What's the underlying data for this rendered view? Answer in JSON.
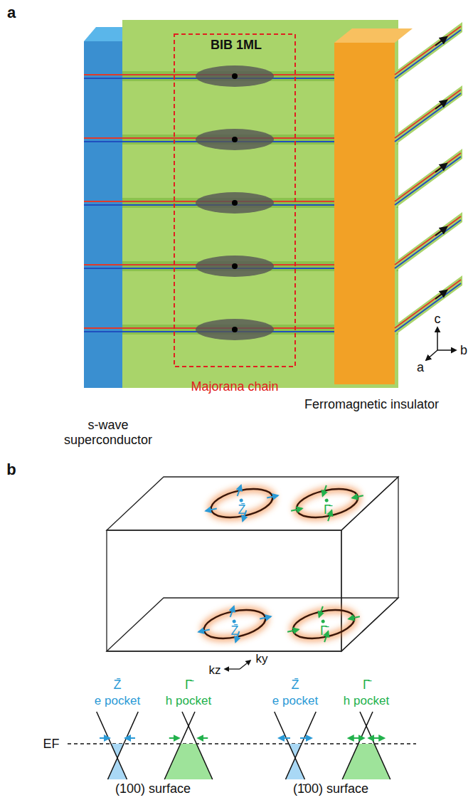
{
  "diagram": {
    "nodes": [
      {
        "text": [
          "s-wave superconductor"
        ]
      },
      {
        "text": [
          "BIB 1ML"
        ]
      },
      {
        "text": [
          "Majorana chain"
        ],
        "in": 1
      },
      {
        "text": [
          "Ferromagnetic insulator"
        ]
      }
    ],
    "labels": [
      "a",
      "c",
      "b",
      "a",
      "b",
      "Z̄",
      "Γ̄",
      "Z̄",
      "Γ̄",
      "kz",
      "ky",
      "Z̄",
      "Γ̄",
      "e pocket",
      "h pocket",
      "Z̄",
      "Γ̄",
      "e pocket",
      "h pocket",
      "EF",
      "(100) surface",
      "(1̄00) surface"
    ]
  }
}
